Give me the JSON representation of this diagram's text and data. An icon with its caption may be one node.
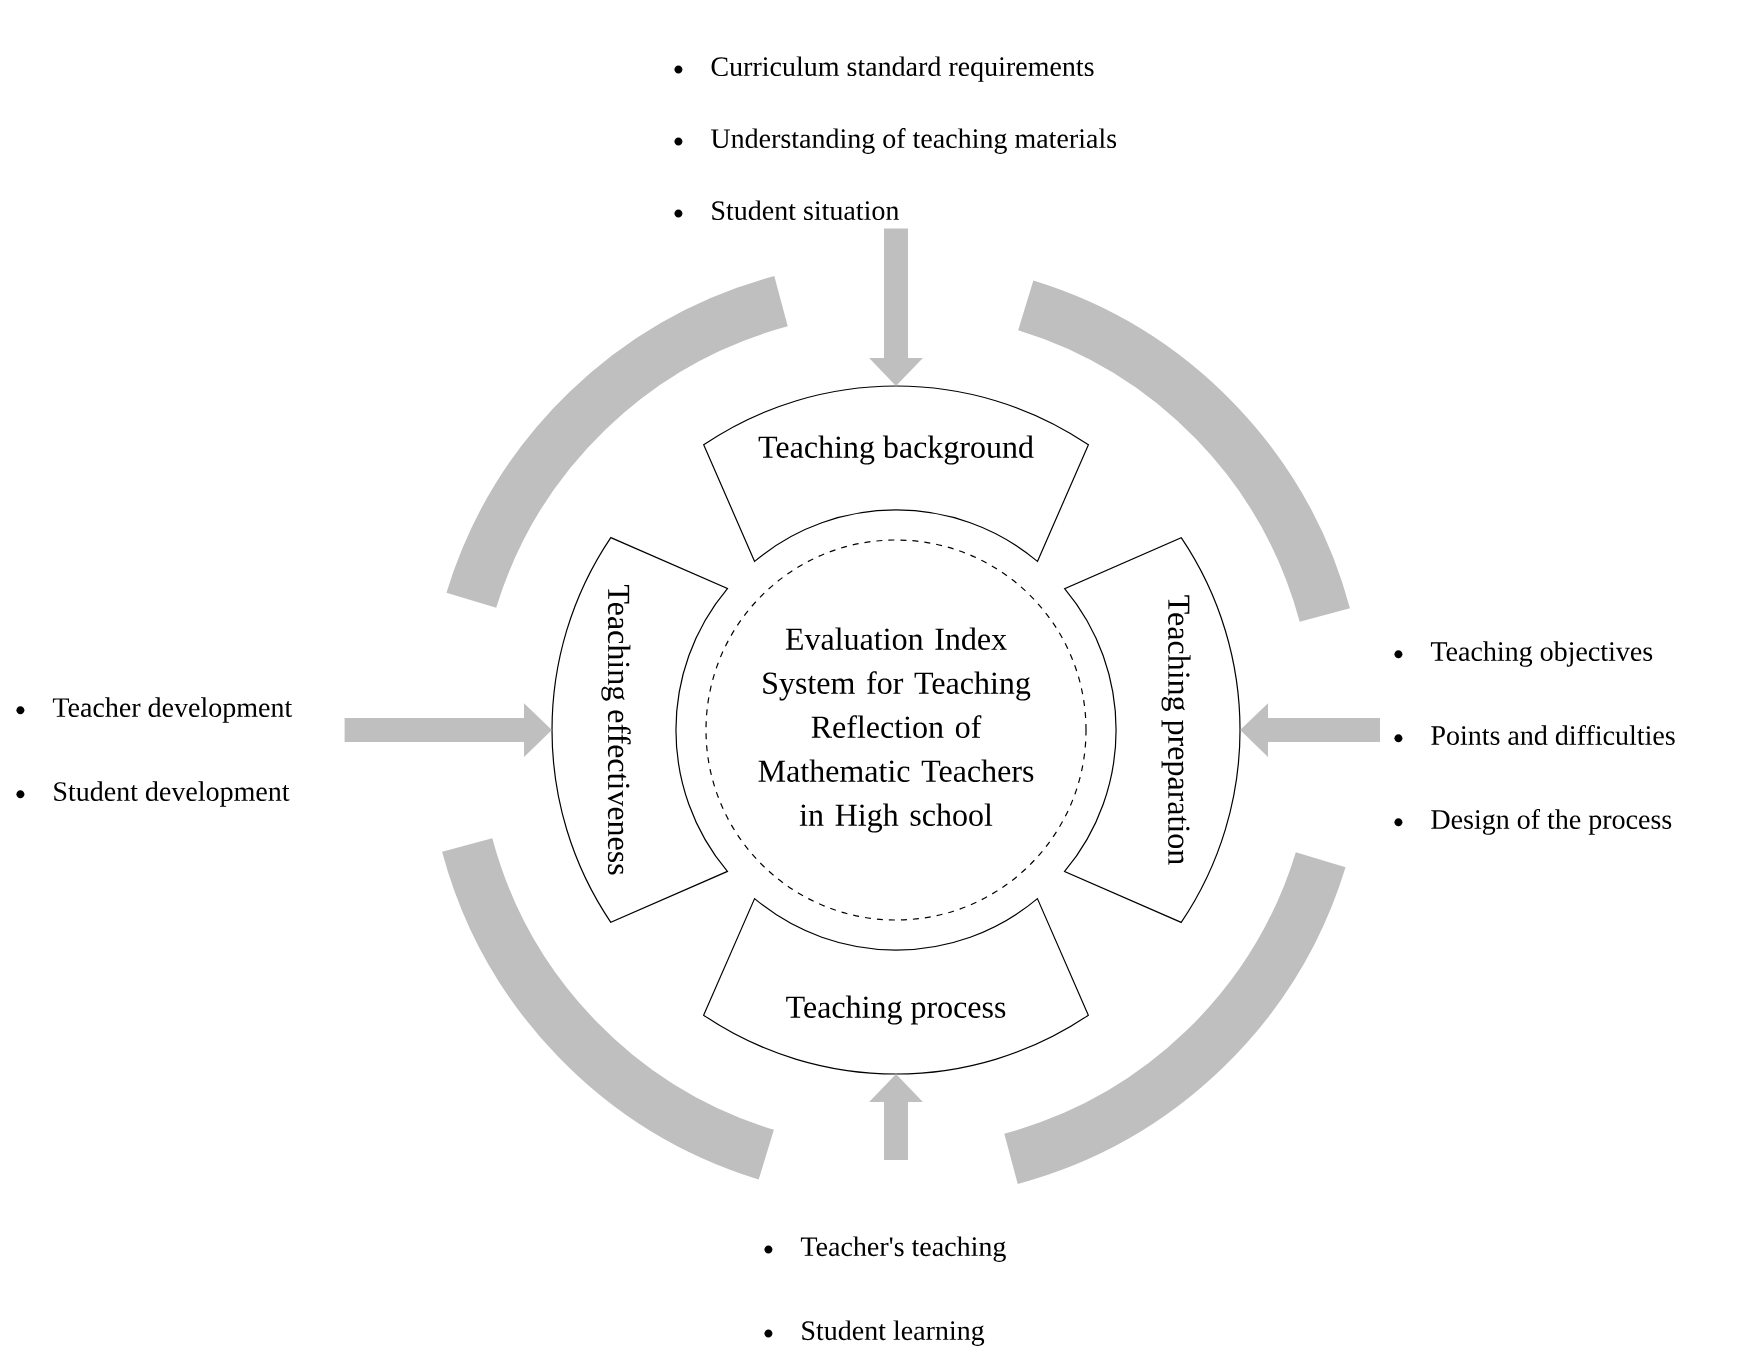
{
  "diagram": {
    "nodes": [
      {
        "text": [
          "Curriculum standard requirements",
          "Understanding of teaching materials",
          "Student situation"
        ]
      },
      {
        "text": [
          "Teaching background"
        ]
      },
      {
        "text": [
          "Teacher development",
          "Student development"
        ]
      },
      {
        "text": [
          "Teaching effectiveness"
        ]
      },
      {
        "text": [
          "Evaluation Index System for Teaching Reflection of Mathematic Teachers in High school"
        ]
      },
      {
        "text": [
          "Teaching preparation"
        ]
      },
      {
        "text": [
          "Teaching objectives",
          "Points and difficulties",
          "Design of the process"
        ]
      },
      {
        "text": [
          "Teaching process"
        ]
      },
      {
        "text": [
          "Teacher's teaching",
          "Student learning"
        ]
      }
    ],
    "edges": [
      {
        "from": 0,
        "to": 1,
        "arrow": "to"
      },
      {
        "from": 2,
        "to": 3,
        "arrow": "to"
      },
      {
        "from": 6,
        "to": 5,
        "arrow": "to"
      },
      {
        "from": 8,
        "to": 7,
        "arrow": "to"
      }
    ]
  }
}
